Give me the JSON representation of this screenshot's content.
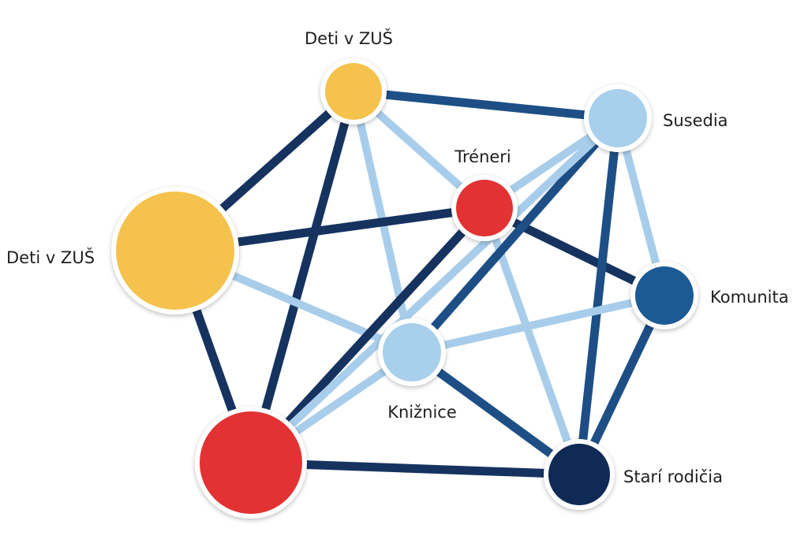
{
  "nodes": [
    {
      "id": "deti-zus-top",
      "label": "Deti v ZUŠ",
      "color": "#f4c24d"
    },
    {
      "id": "deti-zus-left",
      "label": "Deti v ZUŠ",
      "color": "#f4c24d"
    },
    {
      "id": "susedia",
      "label": "Susedia",
      "color": "#a8d0ec"
    },
    {
      "id": "treneri",
      "label": "Tréneri",
      "color": "#e33234"
    },
    {
      "id": "komunita",
      "label": "Komunita",
      "color": "#1c5a94"
    },
    {
      "id": "kniznice",
      "label": "Knižnice",
      "color": "#a8d0ec"
    },
    {
      "id": "red-large",
      "label": "",
      "color": "#e33234"
    },
    {
      "id": "starí-rodicia",
      "label": "Starí rodičia",
      "color": "#0e2a55"
    }
  ],
  "edge_colors": {
    "dark": "#16335f",
    "medium": "#1d4f86",
    "light": "#a8cdea"
  },
  "edges": [
    {
      "from": "deti-zus-top",
      "to": "susedia",
      "tone": "medium"
    },
    {
      "from": "deti-zus-top",
      "to": "deti-zus-left",
      "tone": "dark"
    },
    {
      "from": "deti-zus-top",
      "to": "red-large",
      "tone": "dark"
    },
    {
      "from": "deti-zus-top",
      "to": "treneri",
      "tone": "light"
    },
    {
      "from": "deti-zus-top",
      "to": "kniznice",
      "tone": "light"
    },
    {
      "from": "deti-zus-left",
      "to": "treneri",
      "tone": "dark"
    },
    {
      "from": "deti-zus-left",
      "to": "kniznice",
      "tone": "light"
    },
    {
      "from": "deti-zus-left",
      "to": "red-large",
      "tone": "dark"
    },
    {
      "from": "treneri",
      "to": "susedia",
      "tone": "light"
    },
    {
      "from": "treneri",
      "to": "komunita",
      "tone": "dark"
    },
    {
      "from": "treneri",
      "to": "red-large",
      "tone": "dark"
    },
    {
      "from": "treneri",
      "to": "starí-rodicia",
      "tone": "light"
    },
    {
      "from": "susedia",
      "to": "kniznice",
      "tone": "medium"
    },
    {
      "from": "susedia",
      "to": "komunita",
      "tone": "light"
    },
    {
      "from": "susedia",
      "to": "starí-rodicia",
      "tone": "medium"
    },
    {
      "from": "susedia",
      "to": "red-large",
      "tone": "light"
    },
    {
      "from": "komunita",
      "to": "kniznice",
      "tone": "light"
    },
    {
      "from": "komunita",
      "to": "starí-rodicia",
      "tone": "medium"
    },
    {
      "from": "kniznice",
      "to": "red-large",
      "tone": "light"
    },
    {
      "from": "kniznice",
      "to": "starí-rodicia",
      "tone": "medium"
    },
    {
      "from": "red-large",
      "to": "starí-rodicia",
      "tone": "dark"
    }
  ]
}
